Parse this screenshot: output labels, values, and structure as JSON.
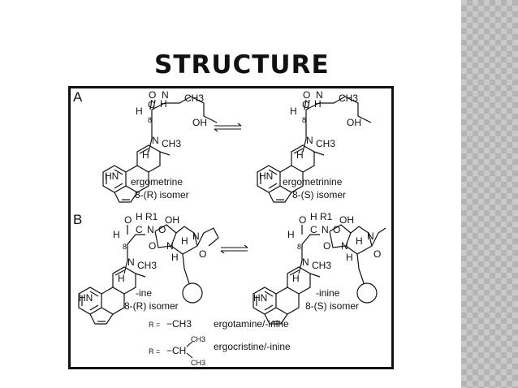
{
  "title": "STRUCTURE",
  "figure": {
    "panel_a": {
      "letter": "A",
      "left": {
        "name": "ergometrine",
        "isomer": "8-(R) isomer"
      },
      "right": {
        "name": "ergometrinine",
        "isomer": "8-(S) isomer"
      }
    },
    "panel_b": {
      "letter": "B",
      "left": {
        "name": "-ine",
        "isomer": "8-(R) isomer"
      },
      "right": {
        "name": "-inine",
        "isomer": "8-(S) isomer"
      }
    },
    "legend": {
      "r1": {
        "prefix": "R =",
        "group": "−CH3",
        "compound": "ergotamine/-inine"
      },
      "r2": {
        "prefix": "R =",
        "group": "−CH",
        "branch": "CH3",
        "compound": "ergocristine/-inine"
      }
    },
    "atoms": {
      "h": "H",
      "o": "O",
      "n": "N",
      "nh": "NH",
      "hn": "HN",
      "oh": "OH",
      "ch3": "CH3",
      "c": "C",
      "r1": "R1",
      "eight": "8"
    }
  }
}
